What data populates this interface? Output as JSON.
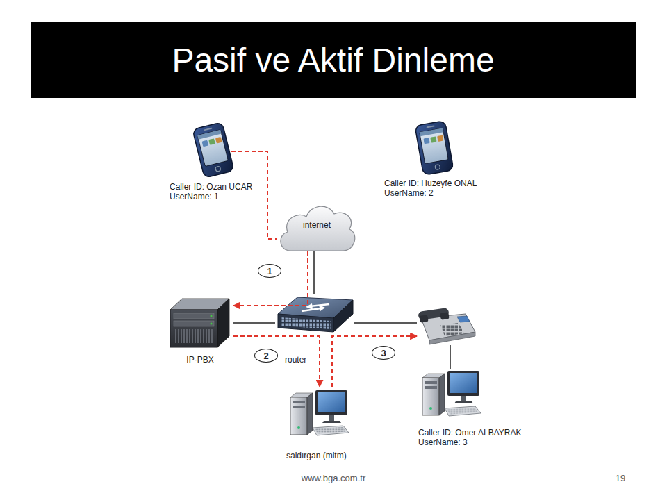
{
  "diagram": {
    "title": "Pasif ve Aktif Dinleme",
    "nodes": [
      {
        "text": [
          "Caller ID: Ozan UCAR",
          "UserName: 1"
        ]
      },
      {
        "text": [
          "Caller ID: Huzeyfe ONAL",
          "UserName: 2"
        ]
      },
      {
        "text": [
          "internet"
        ]
      },
      {
        "text": [
          "IP-PBX"
        ]
      },
      {
        "text": [
          "router"
        ]
      },
      {
        "text": [
          "Caller ID: Omer ALBAYRAK",
          "UserName: 3"
        ]
      },
      {
        "text": [
          "saldırgan (mitm)"
        ]
      }
    ],
    "edges": [
      {
        "from": 0,
        "to": 2,
        "arrow": "none"
      },
      {
        "from": 2,
        "to": 4,
        "arrow": "none"
      },
      {
        "from": 4,
        "to": 3,
        "arrow": "none"
      },
      {
        "from": 4,
        "to": 5,
        "arrow": "none"
      },
      {
        "from": 2,
        "to": 3,
        "arrow": "to"
      },
      {
        "from": 3,
        "to": 6,
        "arrow": "to"
      },
      {
        "from": 6,
        "to": 5,
        "arrow": "to"
      }
    ],
    "labels": [
      "1",
      "2",
      "3",
      "www.bga.com.tr",
      "19"
    ]
  }
}
